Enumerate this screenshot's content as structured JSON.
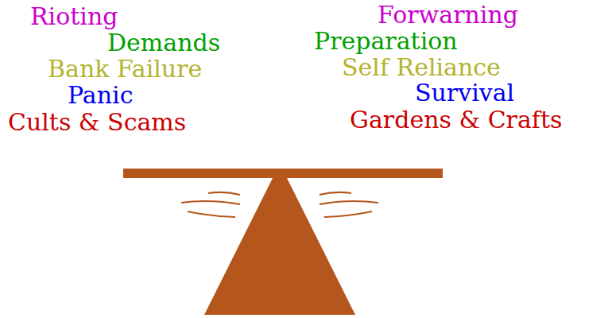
{
  "diagram": {
    "labels": [
      "Rioting",
      "Demands",
      "Bank Failure",
      "Panic",
      "Cults & Scams",
      "Forwarning",
      "Preparation",
      "Self Reliance",
      "Survival",
      "Gardens & Crafts"
    ]
  }
}
